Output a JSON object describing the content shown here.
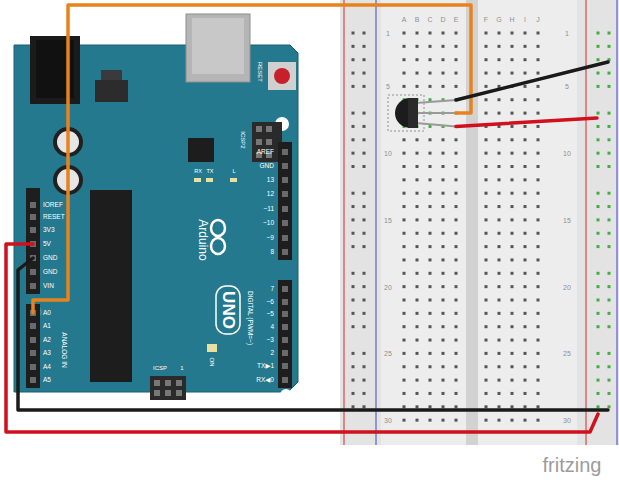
{
  "diagram": {
    "labels": [
      "RESET",
      "ICSP2",
      "RX",
      "TX",
      "L",
      "AREF",
      "GND",
      "13",
      "12",
      "~11",
      "~10",
      "~9",
      "8",
      "7",
      "~6",
      "~5",
      "4",
      "~3",
      "2",
      "TX▶1",
      "RX◀0",
      "DIGITAL (PWM=~)",
      "Arduino",
      "UNO",
      "IOREF",
      "RESET",
      "3V3",
      "5V",
      "GND",
      "GND",
      "VIN",
      "A0",
      "A1",
      "A2",
      "A3",
      "A4",
      "A5",
      "ANALOG IN",
      "ICSP",
      "1",
      "ON",
      "A",
      "B",
      "C",
      "D",
      "E",
      "F",
      "G",
      "H",
      "I",
      "J",
      "1",
      "5",
      "10",
      "15",
      "20",
      "25",
      "30",
      "1",
      "5",
      "10",
      "15",
      "20",
      "25",
      "30",
      "fritzing"
    ]
  }
}
